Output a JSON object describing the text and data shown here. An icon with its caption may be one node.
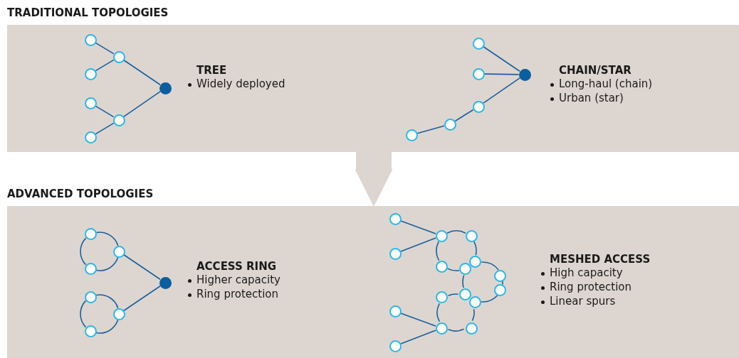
{
  "diagram": {
    "nodes": [
      {
        "text": [
          "TRADITIONAL TOPOLOGIES"
        ]
      },
      {
        "text": [],
        "shape": "circle",
        "in": 0
      },
      {
        "text": [],
        "shape": "circle",
        "in": 0
      },
      {
        "text": [],
        "shape": "circle",
        "in": 0
      },
      {
        "text": [],
        "shape": "circle",
        "in": 0
      },
      {
        "text": [],
        "shape": "circle",
        "in": 0
      },
      {
        "text": [],
        "shape": "circle",
        "in": 0
      },
      {
        "text": [],
        "shape": "circle",
        "in": 0
      },
      {
        "text": [],
        "shape": "circle",
        "in": 0
      },
      {
        "text": [],
        "shape": "circle",
        "in": 0
      },
      {
        "text": [],
        "shape": "circle",
        "in": 0
      },
      {
        "text": [],
        "shape": "circle",
        "in": 0
      },
      {
        "text": [],
        "shape": "circle",
        "in": 0
      },
      {
        "text": [],
        "shape": "circle",
        "in": 0
      },
      {
        "text": [
          "ADVANCED TOPOLOGIES"
        ]
      },
      {
        "text": [],
        "shape": "circle",
        "in": 14
      },
      {
        "text": [],
        "shape": "circle",
        "in": 14
      },
      {
        "text": [],
        "shape": "circle",
        "in": 14
      },
      {
        "text": [],
        "shape": "circle",
        "in": 14
      },
      {
        "text": [],
        "shape": "circle",
        "in": 14
      },
      {
        "text": [],
        "shape": "circle",
        "in": 14
      },
      {
        "text": [],
        "shape": "circle",
        "in": 14
      },
      {
        "text": [],
        "shape": "circle",
        "in": 14
      },
      {
        "text": [],
        "shape": "circle",
        "in": 14
      },
      {
        "text": [],
        "shape": "circle",
        "in": 14
      },
      {
        "text": [],
        "shape": "circle",
        "in": 14
      },
      {
        "text": [],
        "shape": "circle",
        "in": 14
      },
      {
        "text": [],
        "shape": "circle",
        "in": 14
      },
      {
        "text": [],
        "shape": "circle",
        "in": 14
      },
      {
        "text": [],
        "shape": "circle",
        "in": 14
      },
      {
        "text": [],
        "shape": "circle",
        "in": 14
      },
      {
        "text": [],
        "shape": "circle",
        "in": 14
      },
      {
        "text": [],
        "shape": "circle",
        "in": 14
      },
      {
        "text": [],
        "shape": "circle",
        "in": 14
      },
      {
        "text": [],
        "shape": "circle",
        "in": 14
      },
      {
        "text": [],
        "shape": "circle",
        "in": 14
      },
      {
        "text": [],
        "shape": "circle",
        "in": 14
      },
      {
        "text": [],
        "shape": "circle",
        "in": 14
      }
    ],
    "edges": [
      {
        "from": 0,
        "to": 14,
        "arrow": "to",
        "style": "thick",
        "color": "#ddd6d0"
      },
      {
        "from": 1,
        "to": 5,
        "arrow": "none"
      },
      {
        "from": 2,
        "to": 5,
        "arrow": "none"
      },
      {
        "from": 3,
        "to": 6,
        "arrow": "none"
      },
      {
        "from": 4,
        "to": 6,
        "arrow": "none"
      },
      {
        "from": 5,
        "to": 7,
        "arrow": "none"
      },
      {
        "from": 6,
        "to": 7,
        "arrow": "none"
      },
      {
        "from": 8,
        "to": 13,
        "arrow": "none"
      },
      {
        "from": 9,
        "to": 13,
        "arrow": "none"
      },
      {
        "from": 10,
        "to": 13,
        "arrow": "none"
      },
      {
        "from": 11,
        "to": 10,
        "arrow": "none"
      },
      {
        "from": 12,
        "to": 11,
        "arrow": "none"
      },
      {
        "from": 15,
        "to": 16,
        "arrow": "none"
      },
      {
        "from": 16,
        "to": 17,
        "arrow": "none"
      },
      {
        "from": 15,
        "to": 17,
        "arrow": "none"
      },
      {
        "from": 18,
        "to": 19,
        "arrow": "none"
      },
      {
        "from": 19,
        "to": 20,
        "arrow": "none"
      },
      {
        "from": 18,
        "to": 20,
        "arrow": "none"
      },
      {
        "from": 16,
        "to": 21,
        "arrow": "none"
      },
      {
        "from": 19,
        "to": 21,
        "arrow": "none"
      },
      {
        "from": 22,
        "to": 24,
        "arrow": "none"
      },
      {
        "from": 23,
        "to": 24,
        "arrow": "none"
      },
      {
        "from": 24,
        "to": 25,
        "arrow": "none"
      },
      {
        "from": 25,
        "to": 28,
        "arrow": "none"
      },
      {
        "from": 27,
        "to": 26,
        "arrow": "none"
      },
      {
        "from": 24,
        "to": 26,
        "arrow": "none"
      },
      {
        "from": 28,
        "to": 29,
        "arrow": "none"
      },
      {
        "from": 29,
        "to": 30,
        "arrow": "none"
      },
      {
        "from": 30,
        "to": 32,
        "arrow": "none"
      },
      {
        "from": 27,
        "to": 31,
        "arrow": "none"
      },
      {
        "from": 33,
        "to": 31,
        "arrow": "none"
      },
      {
        "from": 32,
        "to": 36,
        "arrow": "none"
      },
      {
        "from": 36,
        "to": 35,
        "arrow": "none"
      },
      {
        "from": 33,
        "to": 35,
        "arrow": "none"
      },
      {
        "from": 34,
        "to": 35,
        "arrow": "none"
      },
      {
        "from": 37,
        "to": 35,
        "arrow": "none"
      }
    ],
    "labels": [
      "TREE",
      "Widely deployed",
      "CHAIN/STAR",
      "Long-haul (chain)",
      "Urban (star)",
      "ACCESS RING",
      "Higher capacity",
      "Ring protection",
      "MESHED ACCESS",
      "High capacity",
      "Ring protection",
      "Linear spurs"
    ]
  }
}
